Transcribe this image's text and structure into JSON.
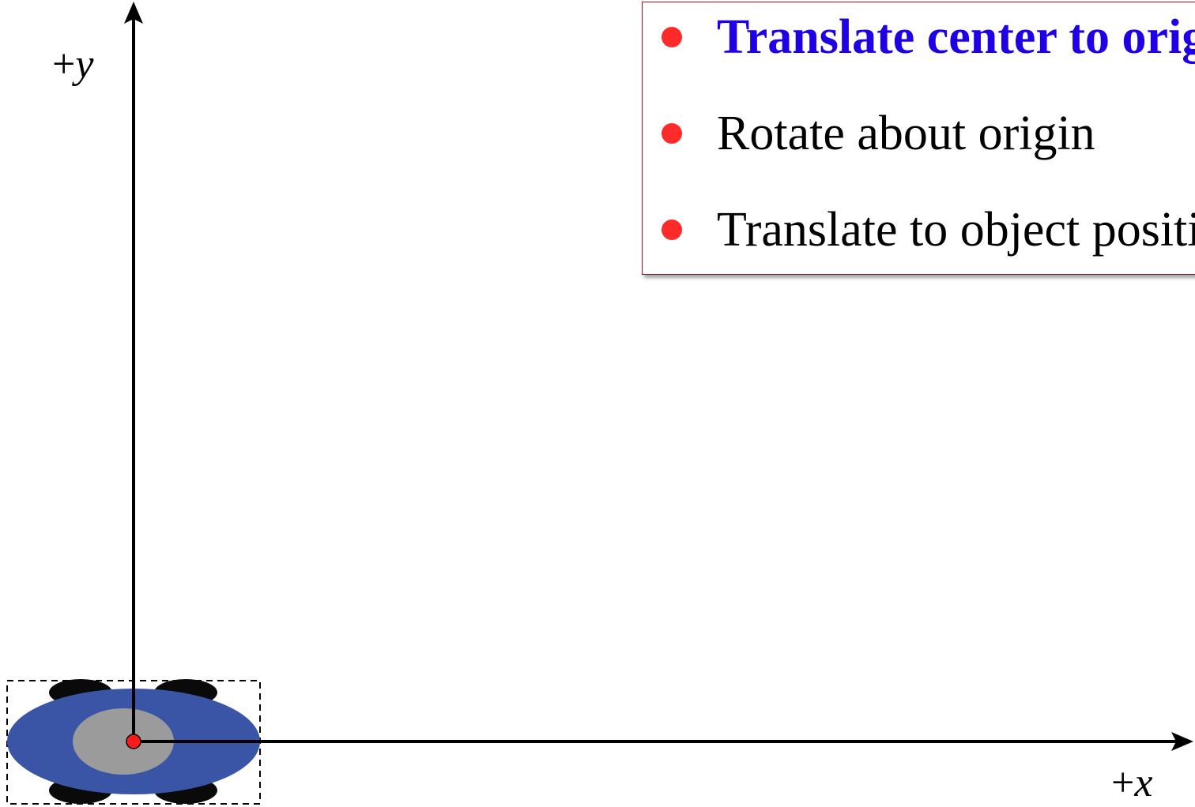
{
  "axes": {
    "y_label_prefix": "+",
    "y_label_var": "y",
    "x_label_prefix": "+",
    "x_label_var": "x"
  },
  "steps": [
    {
      "label": "Translate center to origin",
      "active": true
    },
    {
      "label": "Rotate about origin",
      "active": false
    },
    {
      "label": "Translate to object position",
      "active": false
    }
  ],
  "colors": {
    "axis": "#000000",
    "bullet": "#ff2a2a",
    "active_step_text": "#1f00e6",
    "normal_step_text": "#000000",
    "box_border": "#a31621",
    "vehicle_body": "#3a55a6",
    "vehicle_cabin": "#9b9b9b",
    "vehicle_wheels": "#0a0a0a",
    "center_point": "#ff1a1a"
  },
  "icons": {
    "vehicle": "top-down-vehicle-icon",
    "center": "center-point-icon"
  }
}
